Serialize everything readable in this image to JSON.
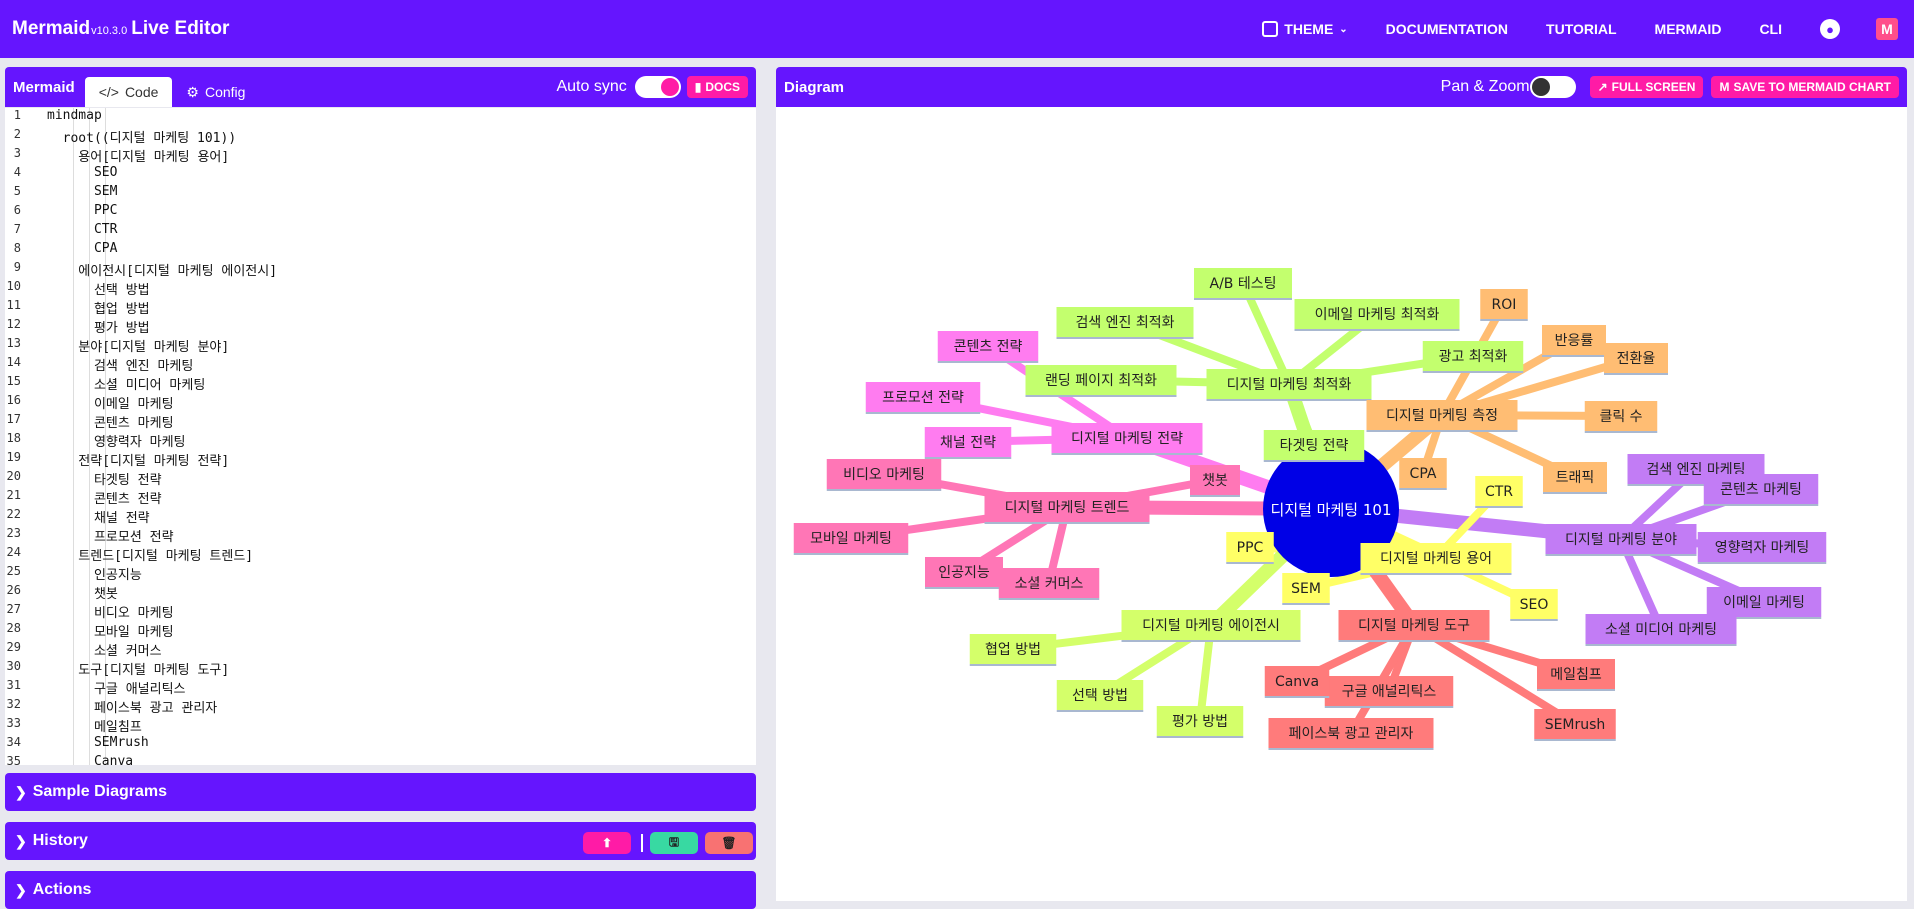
{
  "header": {
    "brand": "Mermaid",
    "version": "v10.3.0",
    "subtitle": "Live Editor",
    "nav": [
      "THEME",
      "DOCUMENTATION",
      "TUTORIAL",
      "MERMAID",
      "CLI"
    ],
    "github_icon": "github-icon",
    "logo_icon": "mermaid-logo-icon"
  },
  "editor_panel": {
    "title": "Mermaid",
    "tabs": [
      "Code",
      "Config"
    ],
    "active_tab": "Code",
    "auto_sync_label": "Auto sync",
    "auto_sync_on": true,
    "docs_label": "DOCS"
  },
  "code_lines": [
    "mindmap",
    "  root((디지털 마케팅 101))",
    "    용어[디지털 마케팅 용어]",
    "      SEO",
    "      SEM",
    "      PPC",
    "      CTR",
    "      CPA",
    "    에이전시[디지털 마케팅 에이전시]",
    "      선택 방법",
    "      협업 방법",
    "      평가 방법",
    "    분야[디지털 마케팅 분야]",
    "      검색 엔진 마케팅",
    "      소셜 미디어 마케팅",
    "      이메일 마케팅",
    "      콘텐츠 마케팅",
    "      영향력자 마케팅",
    "    전략[디지털 마케팅 전략]",
    "      타겟팅 전략",
    "      콘텐츠 전략",
    "      채널 전략",
    "      프로모션 전략",
    "    트렌드[디지털 마케팅 트렌드]",
    "      인공지능",
    "      챗봇",
    "      비디오 마케팅",
    "      모바일 마케팅",
    "      소셜 커머스",
    "    도구[디지털 마케팅 도구]",
    "      구글 애널리틱스",
    "      페이스북 광고 관리자",
    "      메일침프",
    "      SEMrush",
    "      Canva"
  ],
  "bottom_sections": {
    "samples": "Sample Diagrams",
    "history": "History",
    "actions": "Actions"
  },
  "diagram_panel": {
    "title": "Diagram",
    "pan_zoom_label": "Pan & Zoom",
    "pan_zoom_on": false,
    "fullscreen_label": "FULL SCREEN",
    "save_label": "SAVE TO MERMAID CHART"
  },
  "mindmap": {
    "root": "디지털 마케팅 101",
    "branches": [
      {
        "name": "디지털 마케팅 최적화",
        "color": "#c3ff6e",
        "children": [
          "A/B 테스팅",
          "검색 엔진 최적화",
          "이메일 마케팅 최적화",
          "광고 최적화",
          "랜딩 페이지 최적화",
          "타겟팅 전략"
        ]
      },
      {
        "name": "디지털 마케팅 측정",
        "color": "#ffbd73",
        "children": [
          "ROI",
          "반응률",
          "전환율",
          "클릭 수",
          "트래픽",
          "CPA"
        ]
      },
      {
        "name": "디지털 마케팅 분야",
        "color": "#c27cf5",
        "children": [
          "검색 엔진 마케팅",
          "콘텐츠 마케팅",
          "영향력자 마케팅",
          "이메일 마케팅",
          "소셜 미디어 마케팅"
        ]
      },
      {
        "name": "디지털 마케팅 용어",
        "color": "#ffff66",
        "children": [
          "CTR",
          "SEO",
          "SEM",
          "PPC"
        ]
      },
      {
        "name": "디지털 마케팅 도구",
        "color": "#ff7b7b",
        "children": [
          "메일침프",
          "SEMrush",
          "구글 애널리틱스",
          "페이스북 광고 관리자",
          "Canva"
        ]
      },
      {
        "name": "디지털 마케팅 에이전시",
        "color": "#d4ff6a",
        "children": [
          "협업 방법",
          "선택 방법",
          "평가 방법"
        ]
      },
      {
        "name": "디지털 마케팅 트렌드",
        "color": "#ff76b6",
        "children": [
          "비디오 마케팅",
          "모바일 마케팅",
          "인공지능",
          "소셜 커머스",
          "챗봇"
        ]
      },
      {
        "name": "디지털 마케팅 전략",
        "color": "#ff7cf0",
        "children": [
          "콘텐츠 전략",
          "프로모션 전략",
          "채널 전략"
        ]
      }
    ]
  },
  "colors": {
    "brand": "#6515fe",
    "accent_pink": "#ff1ba6",
    "root_node": "#0000e6"
  }
}
